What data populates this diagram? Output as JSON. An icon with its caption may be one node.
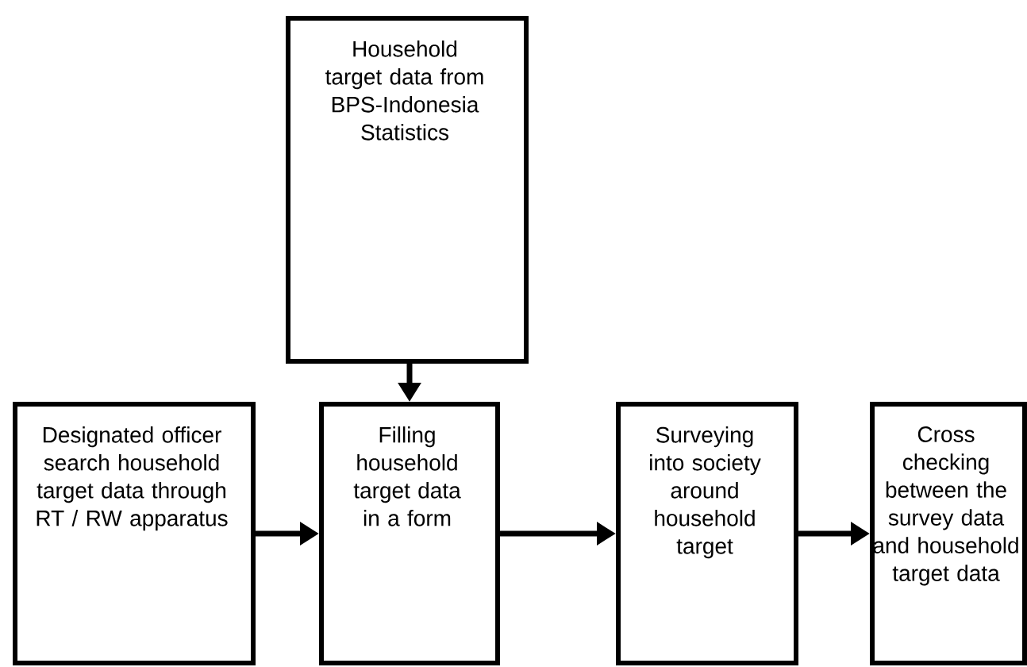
{
  "diagram": {
    "nodes": [
      {
        "text": [
          "Household target data from BPS-Indonesia Statistics"
        ]
      },
      {
        "text": [
          "Designated officer search household target data through RT / RW apparatus"
        ]
      },
      {
        "text": [
          "Filling household target data in a form"
        ]
      },
      {
        "text": [
          "Surveying into society around household target"
        ]
      },
      {
        "text": [
          "Cross checking between the survey data and household target data"
        ]
      }
    ],
    "edges": [
      {
        "from": 0,
        "to": 2,
        "arrow": "to"
      },
      {
        "from": 1,
        "to": 2,
        "arrow": "to"
      },
      {
        "from": 2,
        "to": 3,
        "arrow": "to"
      },
      {
        "from": 3,
        "to": 4,
        "arrow": "to"
      }
    ]
  }
}
